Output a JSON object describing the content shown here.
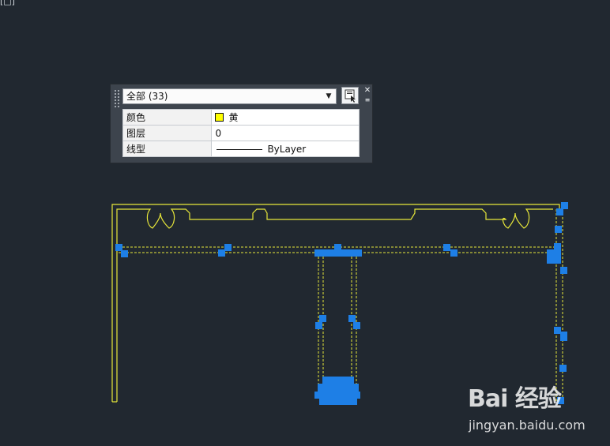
{
  "corner_label": "[□]",
  "quick_properties": {
    "filter_value": "全部 (33)",
    "dropdown_arrow": "▼",
    "close_glyph": "✕",
    "options_glyph": "≡",
    "rows": [
      {
        "label": "颜色",
        "value": "黄",
        "swatch_color": "#ffff00"
      },
      {
        "label": "图层",
        "value": "0"
      },
      {
        "label": "线型",
        "value": "ByLayer"
      }
    ]
  },
  "colors": {
    "background": "#212830",
    "geometry": "#e8e83a",
    "grip": "#1e7fe6"
  },
  "icons": [
    "grip-handle-icon",
    "select-objects-icon",
    "close-icon",
    "options-icon"
  ],
  "watermark": {
    "logo": "Bai 经验",
    "url": "jingyan.baidu.com"
  }
}
